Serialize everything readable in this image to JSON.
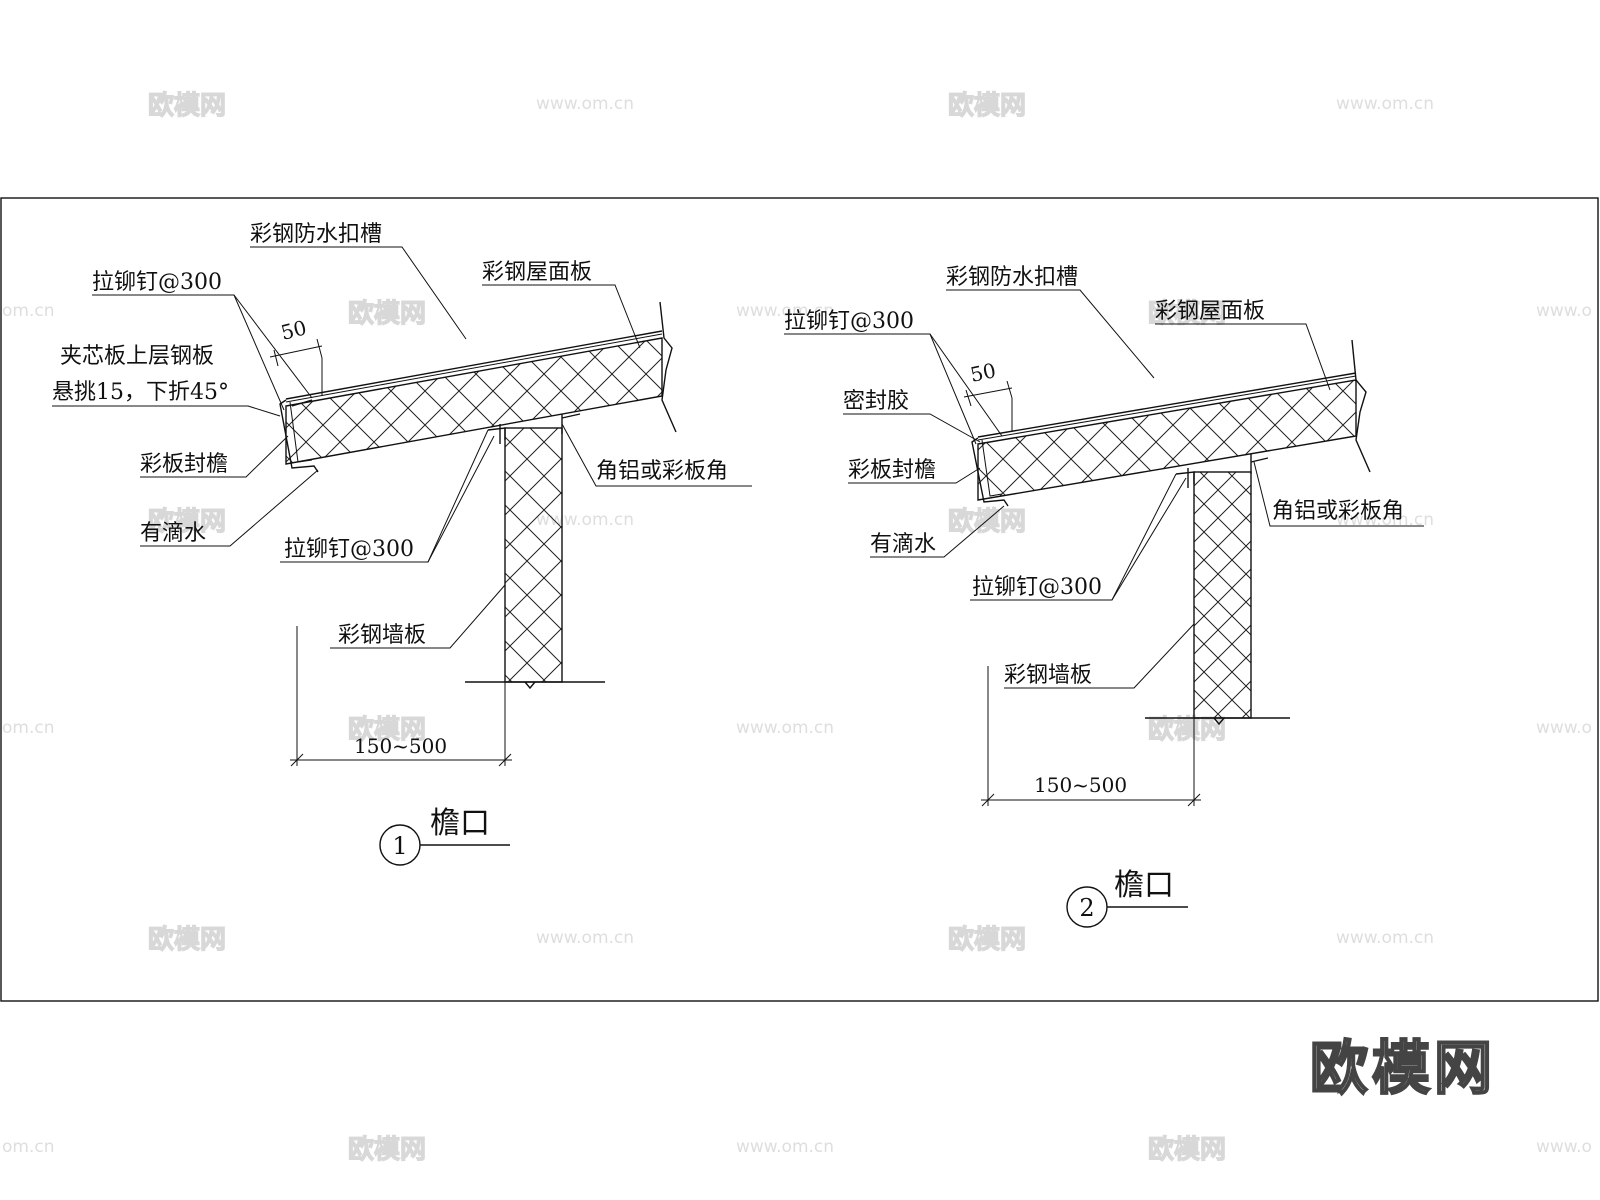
{
  "watermark": {
    "brand": "欧模网",
    "url": "www.om.cn",
    "url_edge": "om.cn",
    "url_edge_right": "www.o"
  },
  "logo": "欧模网",
  "details": [
    {
      "number": "1",
      "title": "檐口",
      "labels": {
        "groove": "彩钢防水扣槽",
        "roof_panel": "彩钢屋面板",
        "rivet_top": "拉铆钉@300",
        "overhang_1": "夹芯板上层钢板",
        "overhang_2": "悬挑15，下折45°",
        "eave_seal": "彩板封檐",
        "drip": "有滴水",
        "rivet_bottom": "拉铆钉@300",
        "corner": "角铝或彩板角",
        "wall_panel": "彩钢墙板"
      },
      "dims": {
        "lap": "50",
        "range": "150~500"
      }
    },
    {
      "number": "2",
      "title": "檐口",
      "labels": {
        "groove": "彩钢防水扣槽",
        "roof_panel": "彩钢屋面板",
        "rivet_top": "拉铆钉@300",
        "sealant": "密封胶",
        "eave_seal": "彩板封檐",
        "drip": "有滴水",
        "rivet_bottom": "拉铆钉@300",
        "corner": "角铝或彩板角",
        "wall_panel": "彩钢墙板"
      },
      "dims": {
        "lap": "50",
        "range": "150~500"
      }
    }
  ]
}
